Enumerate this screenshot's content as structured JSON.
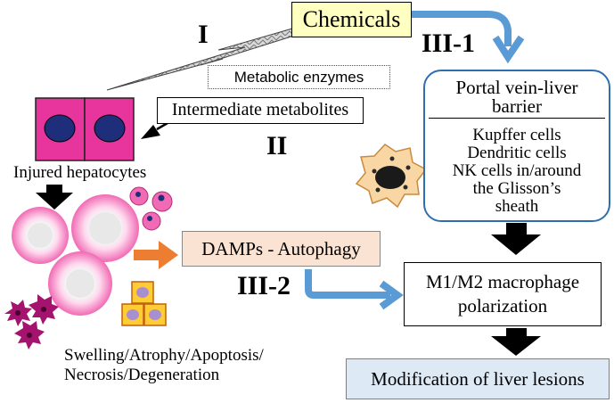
{
  "nodes": {
    "chemicals": "Chemicals",
    "metabolic_enzymes": "Metabolic enzymes",
    "intermediate_metabolites": "Intermediate metabolites",
    "portal_title_line1": "Portal vein-liver",
    "portal_title_line2": "barrier",
    "portal_cells": [
      "Kupffer cells",
      "Dendritic cells",
      "NK cells in/around",
      "the Glisson’s",
      "sheath"
    ],
    "damps": "DAMPs - Autophagy",
    "macrophage_line1": "M1/M2 macrophage",
    "macrophage_line2": "polarization",
    "modification": "Modification of liver lesions"
  },
  "labels": {
    "injured_hepatocytes": "Injured hepatocytes",
    "outcome_line1": "Swelling/Atrophy/Apoptosis/",
    "outcome_line2": "Necrosis/Degeneration"
  },
  "pathways": {
    "path_1": "I",
    "path_2": "II",
    "path_3_1": "III-1",
    "path_3_2": "III-2"
  },
  "colors": {
    "chemicals_fill": "#ffffc2",
    "portal_border": "#2f6fb0",
    "blue_arrow": "#5b9bd5",
    "orange_arrow": "#ed7d31",
    "damps_fill": "#fae3d2",
    "modification_fill": "#dde9f4",
    "hepatocyte_magenta": "#e8359e",
    "nucleus_navy": "#1f2e7a"
  }
}
